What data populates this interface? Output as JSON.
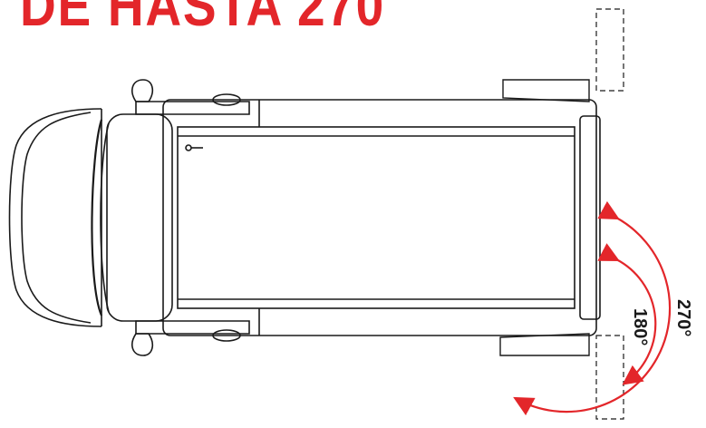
{
  "headline": "DE HASTA 270",
  "angle_labels": {
    "small": "180°",
    "large": "270°"
  },
  "colors": {
    "accent": "#e3262a",
    "outline": "#1a1a1a"
  }
}
